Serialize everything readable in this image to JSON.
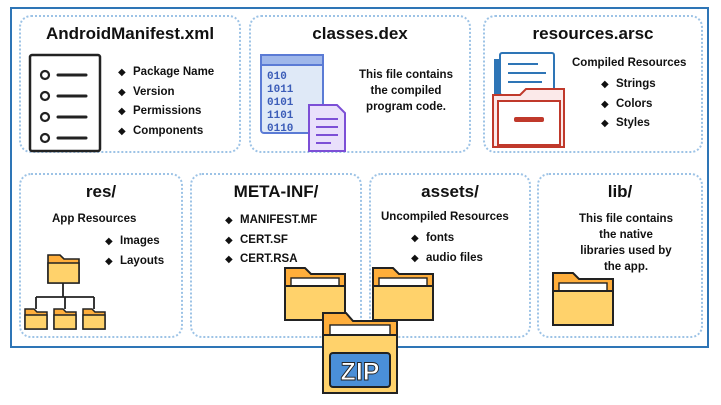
{
  "cards": {
    "manifest": {
      "title": "AndroidManifest.xml",
      "items": [
        "Package Name",
        "Version",
        "Permissions",
        "Components"
      ]
    },
    "dex": {
      "title": "classes.dex",
      "description": [
        "This file contains",
        "the compiled",
        "program code."
      ],
      "binary_rows": [
        "010",
        "1011",
        "0101",
        "1101",
        "0110"
      ]
    },
    "arsc": {
      "title": "resources.arsc",
      "subtitle": "Compiled Resources",
      "items": [
        "Strings",
        "Colors",
        "Styles"
      ]
    },
    "res": {
      "title": "res/",
      "subtitle": "App Resources",
      "items": [
        "Images",
        "Layouts"
      ]
    },
    "meta": {
      "title": "META-INF/",
      "items": [
        "MANIFEST.MF",
        "CERT.SF",
        "CERT.RSA"
      ]
    },
    "assets": {
      "title": "assets/",
      "subtitle": "Uncompiled Resources",
      "items": [
        "fonts",
        "audio files"
      ]
    },
    "lib": {
      "title": "lib/",
      "description": [
        "This file contains",
        "the native",
        "libraries used by",
        "the app."
      ]
    }
  },
  "zip": {
    "label": "ZIP"
  },
  "colors": {
    "frame": "#2e75b6",
    "card_border": "#9dc3e6",
    "folder_back": "#ffae3b",
    "folder_front": "#ffd26b",
    "outline": "#222222"
  },
  "icons": [
    "list-document-icon",
    "binary-file-icon",
    "resource-folder-icon",
    "folder-tree-icon",
    "folder-icon",
    "zip-folder-icon"
  ]
}
